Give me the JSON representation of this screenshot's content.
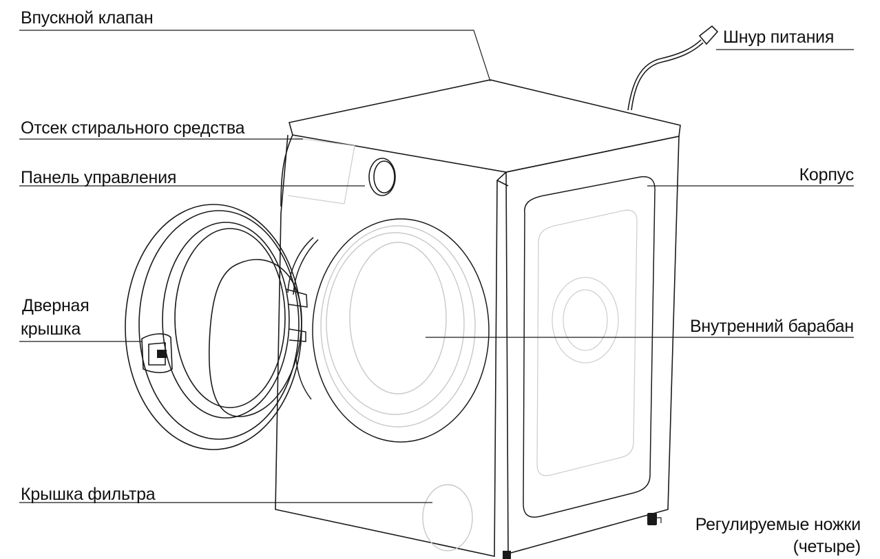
{
  "labels": {
    "inlet_valve": "Впускной клапан",
    "power_cord": "Шнур питания",
    "detergent_drawer": "Отсек стирального средства",
    "control_panel": "Панель управления",
    "cabinet": "Корпус",
    "door_line1": "Дверная",
    "door_line2": "крышка",
    "inner_drum": "Внутренний барабан",
    "filter_cover": "Крышка фильтра",
    "feet_line1": "Регулируемые ножки",
    "feet_line2": "(четыре)"
  },
  "colors": {
    "line": "#1a1a1a",
    "light_line": "#c8c8c8",
    "background": "#ffffff"
  }
}
